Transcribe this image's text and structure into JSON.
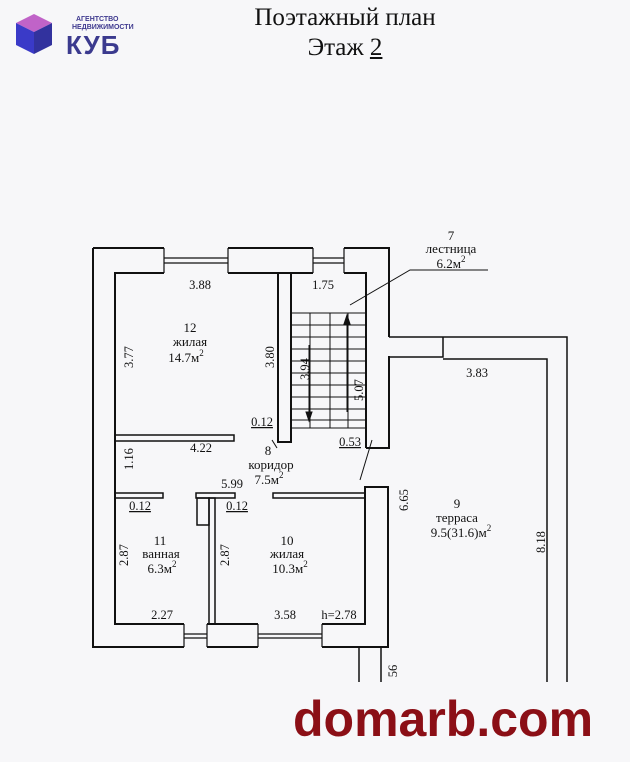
{
  "logo": {
    "line1": "АГЕНТСТВО",
    "line2": "НЕДВИЖИМОСТИ",
    "name": "КУБ",
    "colors": {
      "top": "#c063c8",
      "left": "#3a3ac8",
      "right": "#3232a0"
    }
  },
  "title": {
    "line1": "Поэтажный план",
    "floor_label": "Этаж",
    "floor_number": "2"
  },
  "rooms": [
    {
      "num": "12",
      "name": "жилая",
      "area": "14.7м",
      "sup": "2"
    },
    {
      "num": "7",
      "name": "лестница",
      "area": "6.2м",
      "sup": "2"
    },
    {
      "num": "8",
      "name": "коридор",
      "area": "7.5м",
      "sup": "2"
    },
    {
      "num": "9",
      "name": "терраса",
      "area": "9.5(31.6)м",
      "sup": "2"
    },
    {
      "num": "11",
      "name": "ванная",
      "area": "6.3м",
      "sup": "2"
    },
    {
      "num": "10",
      "name": "жилая",
      "area": "10.3м",
      "sup": "2"
    }
  ],
  "dims": {
    "d388": "3.88",
    "d175": "1.75",
    "d377": "3.77",
    "d380": "3.80",
    "d394": "3.94",
    "d507": "5.07",
    "d012a": "0.12",
    "d053": "0.53",
    "d422": "4.22",
    "d116": "1.16",
    "d599": "5.99",
    "d012b": "0.12",
    "d012c": "0.12",
    "d383": "3.83",
    "d665": "6.65",
    "d818": "8.18",
    "d287a": "2.87",
    "d287b": "2.87",
    "d227": "2.27",
    "d358": "3.58",
    "height": "h=2.78",
    "d56": "56"
  },
  "watermark": "domarb.com"
}
